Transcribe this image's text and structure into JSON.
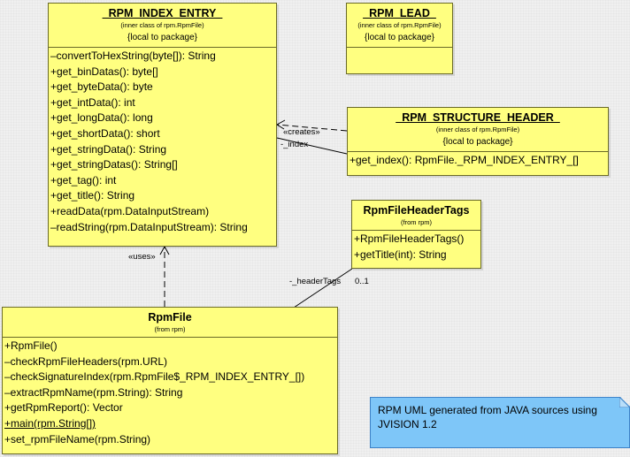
{
  "classes": {
    "index_entry": {
      "name": "_RPM_INDEX_ENTRY_",
      "stereotype": "(inner class of rpm.RpmFile)",
      "scope": "{local to package}",
      "operations": [
        "–convertToHexString(byte[]): String",
        "+get_binDatas(): byte[]",
        "+get_byteData(): byte",
        "+get_intData(): int",
        "+get_longData(): long",
        "+get_shortData(): short",
        "+get_stringData(): String",
        "+get_stringDatas(): String[]",
        "+get_tag(): int",
        "+get_title(): String",
        "+readData(rpm.DataInputStream)",
        "–readString(rpm.DataInputStream): String"
      ]
    },
    "lead": {
      "name": "_RPM_LEAD_",
      "stereotype": "(inner class of rpm.RpmFile)",
      "scope": "{local to package}"
    },
    "structure_header": {
      "name": "_RPM_STRUCTURE_HEADER_",
      "stereotype": "(inner class of rpm.RpmFile)",
      "scope": "{local to package}",
      "operations": [
        "+get_index(): RpmFile._RPM_INDEX_ENTRY_[]"
      ]
    },
    "header_tags": {
      "name": "RpmFileHeaderTags",
      "stereotype": "(from rpm)",
      "operations": [
        "+RpmFileHeaderTags()",
        "+getTitle(int): String"
      ]
    },
    "rpm_file": {
      "name": "RpmFile",
      "stereotype": "(from rpm)",
      "operations": [
        "+RpmFile()",
        "–checkRpmFileHeaders(rpm.URL)",
        "–checkSignatureIndex(rpm.RpmFile$_RPM_INDEX_ENTRY_[])",
        "–extractRpmName(rpm.String): String",
        "+getRpmReport(): Vector",
        "+main(rpm.String[])",
        "+set_rpmFileName(rpm.String)"
      ]
    }
  },
  "relations": {
    "creates_label": "«creates»",
    "index_role": "-_index",
    "uses_label": "«uses»",
    "header_tags_role": "-_headerTags",
    "header_tags_mult": "0..1"
  },
  "note": {
    "text": "RPM UML generated from JAVA sources using JVISION 1.2"
  },
  "colors": {
    "class_fill": "#ffff80",
    "class_border": "#6a6a28",
    "note_fill": "#7ec6f8",
    "background": "#f0f0f0"
  }
}
